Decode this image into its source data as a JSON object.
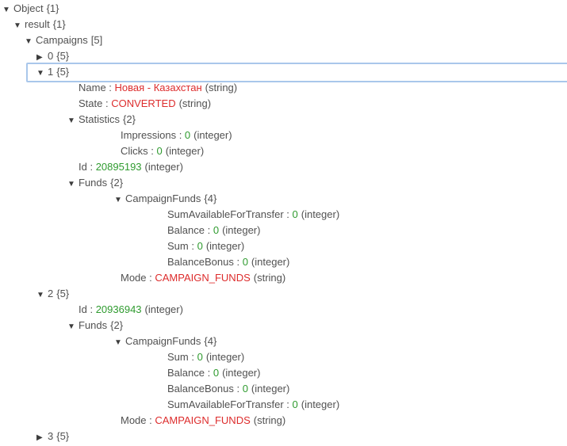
{
  "colors": {
    "text": "#515151",
    "triangle": "#3c3c3c",
    "string_value": "#dd2c2c",
    "integer_value": "#2f9b2f",
    "selection_border": "#a9c7eb"
  },
  "separator": " : ",
  "icons": {
    "expanded": "▼",
    "collapsed": "▶"
  },
  "tree": {
    "rows": [
      {
        "kind": "node",
        "depth": 0,
        "state": "expanded",
        "label": "Object",
        "badge": "{1}",
        "selected": false
      },
      {
        "kind": "node",
        "depth": 1,
        "state": "expanded",
        "label": "result",
        "badge": "{1}",
        "selected": false
      },
      {
        "kind": "node",
        "depth": 2,
        "state": "expanded",
        "label": "Campaigns",
        "badge": "[5]",
        "selected": false
      },
      {
        "kind": "node",
        "depth": 3,
        "state": "collapsed",
        "label": "0",
        "badge": "{5}",
        "selected": false
      },
      {
        "kind": "node",
        "depth": 3,
        "state": "expanded",
        "label": "1",
        "badge": "{5}",
        "selected": true
      },
      {
        "kind": "leaf",
        "depth": 4,
        "key": "Name",
        "value": "Новая - Казахстан",
        "value_type": "string",
        "type_label": "(string)"
      },
      {
        "kind": "leaf",
        "depth": 4,
        "key": "State",
        "value": "CONVERTED",
        "value_type": "string",
        "type_label": "(string)"
      },
      {
        "kind": "node",
        "depth": 4,
        "state": "expanded",
        "label": "Statistics",
        "badge": "{2}",
        "selected": false
      },
      {
        "kind": "leaf",
        "depth": 5,
        "key": "Impressions",
        "value": "0",
        "value_type": "integer",
        "type_label": "(integer)"
      },
      {
        "kind": "leaf",
        "depth": 5,
        "key": "Clicks",
        "value": "0",
        "value_type": "integer",
        "type_label": "(integer)"
      },
      {
        "kind": "leaf",
        "depth": 4,
        "key": "Id",
        "value": "20895193",
        "value_type": "integer",
        "type_label": "(integer)"
      },
      {
        "kind": "node",
        "depth": 4,
        "state": "expanded",
        "label": "Funds",
        "badge": "{2}",
        "selected": false
      },
      {
        "kind": "node",
        "depth": 5,
        "state": "expanded",
        "label": "CampaignFunds",
        "badge": "{4}",
        "selected": false
      },
      {
        "kind": "leaf",
        "depth": 6,
        "key": "SumAvailableForTransfer",
        "value": "0",
        "value_type": "integer",
        "type_label": "(integer)"
      },
      {
        "kind": "leaf",
        "depth": 6,
        "key": "Balance",
        "value": "0",
        "value_type": "integer",
        "type_label": "(integer)"
      },
      {
        "kind": "leaf",
        "depth": 6,
        "key": "Sum",
        "value": "0",
        "value_type": "integer",
        "type_label": "(integer)"
      },
      {
        "kind": "leaf",
        "depth": 6,
        "key": "BalanceBonus",
        "value": "0",
        "value_type": "integer",
        "type_label": "(integer)"
      },
      {
        "kind": "leaf",
        "depth": 5,
        "key": "Mode",
        "value": "CAMPAIGN_FUNDS",
        "value_type": "string",
        "type_label": "(string)"
      },
      {
        "kind": "node",
        "depth": 3,
        "state": "expanded",
        "label": "2",
        "badge": "{5}",
        "selected": false
      },
      {
        "kind": "leaf",
        "depth": 4,
        "key": "Id",
        "value": "20936943",
        "value_type": "integer",
        "type_label": "(integer)"
      },
      {
        "kind": "node",
        "depth": 4,
        "state": "expanded",
        "label": "Funds",
        "badge": "{2}",
        "selected": false
      },
      {
        "kind": "node",
        "depth": 5,
        "state": "expanded",
        "label": "CampaignFunds",
        "badge": "{4}",
        "selected": false
      },
      {
        "kind": "leaf",
        "depth": 6,
        "key": "Sum",
        "value": "0",
        "value_type": "integer",
        "type_label": "(integer)"
      },
      {
        "kind": "leaf",
        "depth": 6,
        "key": "Balance",
        "value": "0",
        "value_type": "integer",
        "type_label": "(integer)"
      },
      {
        "kind": "leaf",
        "depth": 6,
        "key": "BalanceBonus",
        "value": "0",
        "value_type": "integer",
        "type_label": "(integer)"
      },
      {
        "kind": "leaf",
        "depth": 6,
        "key": "SumAvailableForTransfer",
        "value": "0",
        "value_type": "integer",
        "type_label": "(integer)"
      },
      {
        "kind": "leaf",
        "depth": 5,
        "key": "Mode",
        "value": "CAMPAIGN_FUNDS",
        "value_type": "string",
        "type_label": "(string)"
      },
      {
        "kind": "node",
        "depth": 3,
        "state": "collapsed",
        "label": "3",
        "badge": "{5}",
        "selected": false
      }
    ]
  }
}
